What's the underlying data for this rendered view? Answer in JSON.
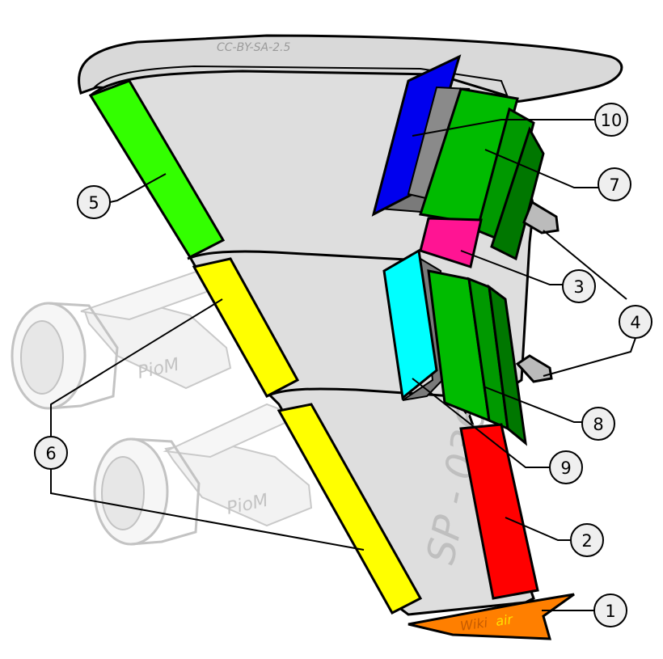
{
  "watermarks": {
    "license": "CC-BY-SA-2.5",
    "registration": "SP - 036",
    "engine_upper": "PioM",
    "engine_lower": "PioM",
    "logo_wiki": "Wiki",
    "logo_air": "air"
  },
  "callouts": [
    {
      "id": "1",
      "label": "1"
    },
    {
      "id": "2",
      "label": "2"
    },
    {
      "id": "3",
      "label": "3"
    },
    {
      "id": "4",
      "label": "4"
    },
    {
      "id": "5",
      "label": "5"
    },
    {
      "id": "6",
      "label": "6"
    },
    {
      "id": "7",
      "label": "7"
    },
    {
      "id": "8",
      "label": "8"
    },
    {
      "id": "9",
      "label": "9"
    },
    {
      "id": "10",
      "label": "10"
    }
  ],
  "colors": {
    "wing": "#dedede",
    "leading_edge_slats": "#33ff00",
    "krueger_yellow": "#ffff00",
    "aileron": "#ff0000",
    "wingtip": "#ff7f00",
    "spoiler_high": "#0000ff",
    "spoiler_low": "#00ffff",
    "aileron_inner": "#ff1493",
    "flap_green": "#00bb00",
    "flap_dark": "#007700",
    "outline": "#000000"
  }
}
